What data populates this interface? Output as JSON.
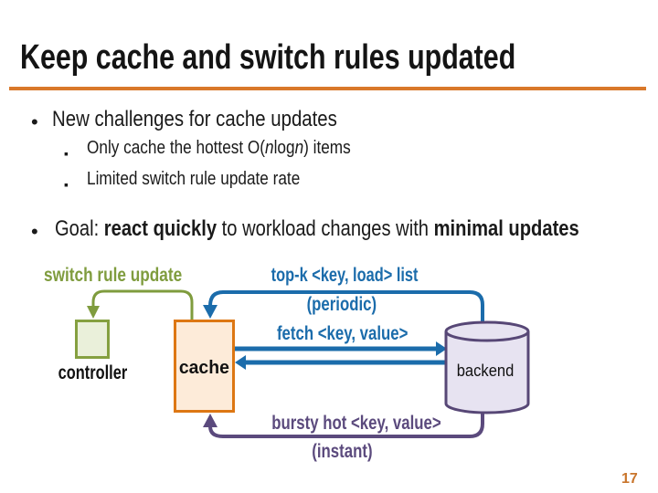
{
  "slide": {
    "title": "Keep cache and switch rules updated",
    "page_number": "17"
  },
  "colors": {
    "accent_orange": "#d9782a",
    "blue": "#1b6cab",
    "olive": "#7f9c3e",
    "purple": "#5b4a7d",
    "cache_fill": "#fdebd9",
    "cache_border": "#dd7713",
    "controller_fill": "#eaf0da",
    "controller_border": "#85a040",
    "backend_fill": "#e7e3f1",
    "backend_border": "#574776",
    "page_number_color": "#c9752c"
  },
  "bullets": {
    "level1_marker": "•",
    "level2_marker": "▪",
    "item1": "New challenges for cache updates",
    "sub1": {
      "r1": "Only cache the hottest O(",
      "i1": "n",
      "r2": "log",
      "i2": "n",
      "r3": ") items"
    },
    "sub2": "Limited switch rule update rate",
    "goal": {
      "r1": "Goal: ",
      "b1": "react quickly",
      "r2": " to workload changes with ",
      "b2": "minimal updates"
    }
  },
  "diagram": {
    "labels": {
      "switch_rule_update": "switch rule update",
      "topk": "top-k <key, load> list",
      "periodic": "(periodic)",
      "fetch": "fetch <key, value>",
      "bursty": "bursty hot <key, value>",
      "instant": "(instant)"
    },
    "nodes": {
      "controller": "controller",
      "cache": "cache",
      "backend": "backend"
    }
  }
}
